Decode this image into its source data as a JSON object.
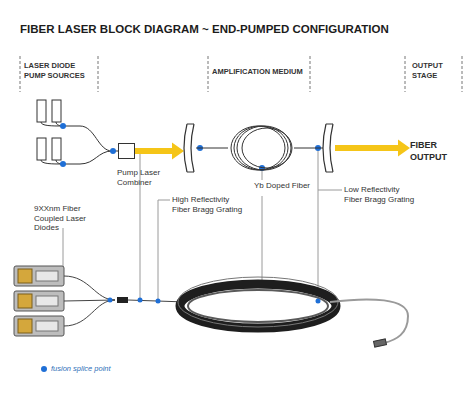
{
  "diagram": {
    "title": "FIBER LASER BLOCK DIAGRAM ~ END-PUMPED CONFIGURATION",
    "nodes": [
      {
        "text": [
          "Pump Laser Combiner"
        ]
      },
      {
        "text": [
          "High Reflectivity Fiber Bragg Grating"
        ]
      },
      {
        "text": [
          "Yb Doped Fiber"
        ]
      },
      {
        "text": [
          "Low Reflectivity Fiber Bragg Grating"
        ]
      },
      {
        "text": [
          "FIBER OUTPUT"
        ]
      }
    ],
    "edges": [
      {
        "from": 0,
        "to": 1,
        "arrow": "to"
      },
      {
        "from": 1,
        "to": 2,
        "arrow": "none"
      },
      {
        "from": 2,
        "to": 3,
        "arrow": "none"
      },
      {
        "from": 3,
        "to": 4,
        "arrow": "to"
      }
    ],
    "labels": [
      "LASER DIODE PUMP SOURCES",
      "AMPLIFICATION MEDIUM",
      "OUTPUT STAGE",
      "9XXnm Fiber Coupled Laser Diodes"
    ],
    "legend": [
      {
        "text": "fusion splice point",
        "color": "#1f6fd6"
      }
    ]
  }
}
